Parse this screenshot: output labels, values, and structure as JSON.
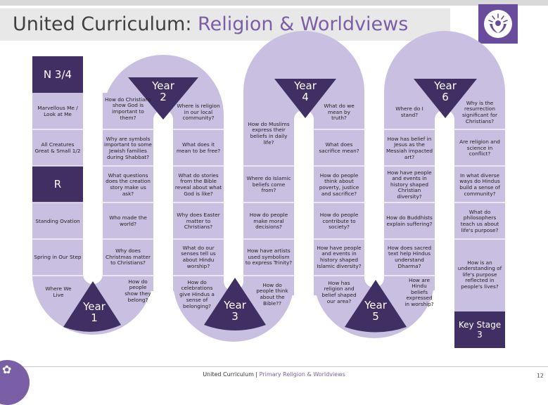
{
  "header": {
    "title_main": "United Curriculum: ",
    "title_accent": "Religion & Worldviews"
  },
  "footer": {
    "left": "United Curriculum",
    "separator": " | ",
    "right": "Primary Religion & Worldviews",
    "page_number": "12"
  },
  "logo": {
    "icon": "hands-sun-logo"
  },
  "colors": {
    "light": "#c9bfe0",
    "dark": "#3f2f63",
    "accent": "#7b5ea7",
    "header": "#e8e8e8"
  },
  "board": {
    "col1": {
      "start_label": "N 3/4",
      "units": [
        "Marvellous Me / Look at Me",
        "All Creatures Great & Small 1/2"
      ],
      "reception_label": "R",
      "reception_units": [
        "Standing Ovation",
        "Spring in Our Step",
        "Where We Live"
      ]
    },
    "year1": {
      "word": "Year",
      "num": "1"
    },
    "col2": [
      "How do Christians show God is important to them?",
      "Why are symbols important to some Jewish families during Shabbat?",
      "What questions does the creation story make us ask?",
      "Who made the world?",
      "Why does Christmas matter to Christians?",
      "How do people show they belong?"
    ],
    "year2": {
      "word": "Year",
      "num": "2"
    },
    "col3": [
      "Where is religion in our local community?",
      "What does it mean to be free?",
      "What do stories from the Bible reveal about what God is like?",
      "Why does Easter matter to Christians?",
      "What do our senses tell us about Hindu worship?",
      "How do celebrations give Hindus a sense of belonging?"
    ],
    "year3": {
      "word": "Year",
      "num": "3"
    },
    "col4": [
      "How do Muslims express their beliefs in daily life?",
      "Where do Islamic beliefs come from?",
      "How do people make moral decisions?",
      "How have artists used symbolism to express Trinity?",
      "How do people think about the Bible??"
    ],
    "year4": {
      "word": "Year",
      "num": "4"
    },
    "col5": [
      "What do we mean by truth?",
      "What does sacrifice mean?",
      "How do people think about poverty, justice and sacrifice?",
      "How do people contribute to society?",
      "How have people and events in history shaped Islamic diversity?",
      "How has religion and belief shaped our area?"
    ],
    "year5": {
      "word": "Year",
      "num": "5"
    },
    "col6": [
      "Where do I stand?",
      "How has belief in Jesus as the Messiah impacted art?",
      "How have people and events in history shaped Christian diversity?",
      "How do Buddhists explain suffering?",
      "How does sacred text help Hindus understand Dharma?",
      "How are Hindu beliefs expressed in worship?"
    ],
    "year6": {
      "word": "Year",
      "num": "6"
    },
    "col7": [
      "Why is the resurrection significant for Christians?",
      "Are religion and science in conflict?",
      "In what diverse ways do Hindus build a sense of community?",
      "What do philosophers teach us about life's purpose?",
      "How is an understanding of life's purpose reflected in people's lives?"
    ],
    "end_label": "Key Stage 3"
  }
}
